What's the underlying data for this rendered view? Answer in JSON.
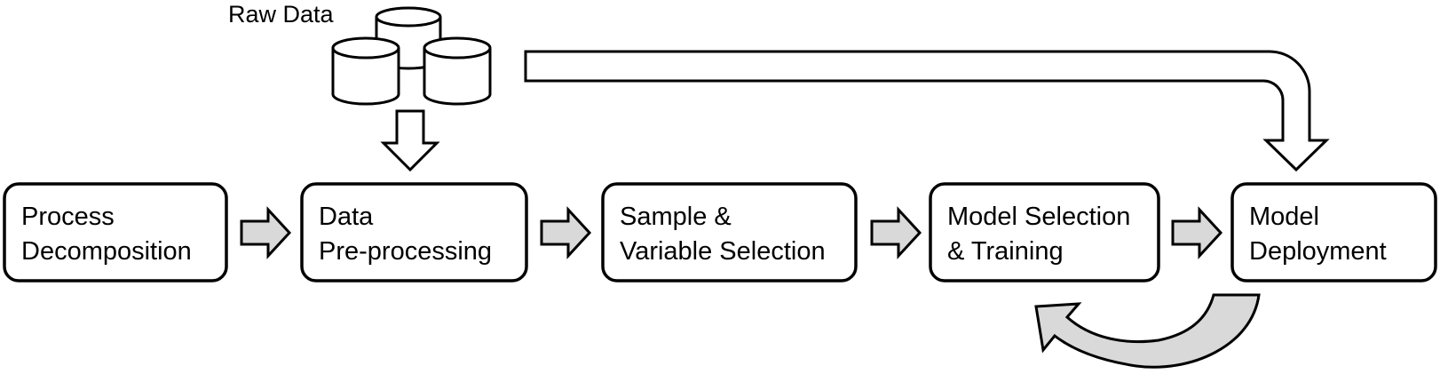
{
  "raw_data": {
    "label": "Raw Data"
  },
  "steps": [
    {
      "line1": "Process",
      "line2": "Decomposition"
    },
    {
      "line1": "Data",
      "line2": "Pre-processing"
    },
    {
      "line1": "Sample &",
      "line2": "Variable Selection"
    },
    {
      "line1": "Model Selection",
      "line2": "& Training"
    },
    {
      "line1": "Model",
      "line2": "Deployment"
    }
  ],
  "colors": {
    "stroke": "#000000",
    "arrow_fill": "#d9d9d9",
    "background": "#ffffff"
  }
}
